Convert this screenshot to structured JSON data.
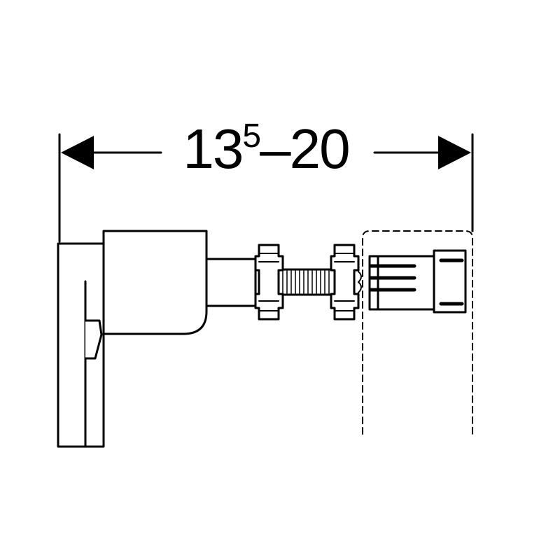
{
  "dimension": {
    "main": "13",
    "superscript": "5",
    "rest": "–20"
  },
  "colors": {
    "stroke": "#000000",
    "fill": "#ffffff"
  }
}
